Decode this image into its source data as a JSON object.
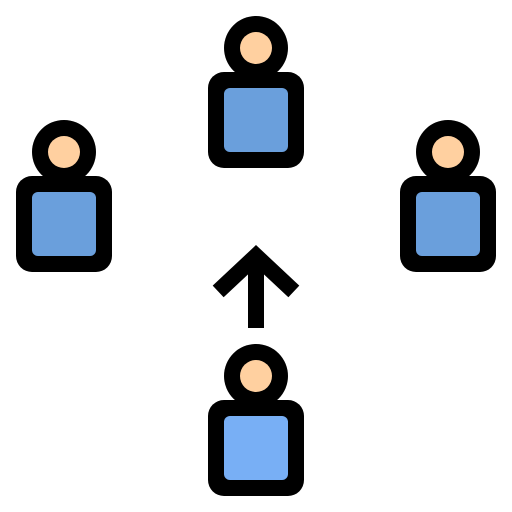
{
  "icon": {
    "name": "team-leader-move-icon",
    "colors": {
      "outline": "#000000",
      "skin": "#ffd0a0",
      "body_blue": "#6a9fdc",
      "body_highlight_blue": "#78aff5",
      "background": "#ffffff"
    },
    "figures": [
      {
        "name": "person-top",
        "role": "team-member"
      },
      {
        "name": "person-left",
        "role": "team-member"
      },
      {
        "name": "person-right",
        "role": "team-member"
      },
      {
        "name": "person-bottom",
        "role": "leader-moving"
      }
    ],
    "arrow": {
      "name": "up-arrow-icon",
      "direction": "up"
    }
  }
}
